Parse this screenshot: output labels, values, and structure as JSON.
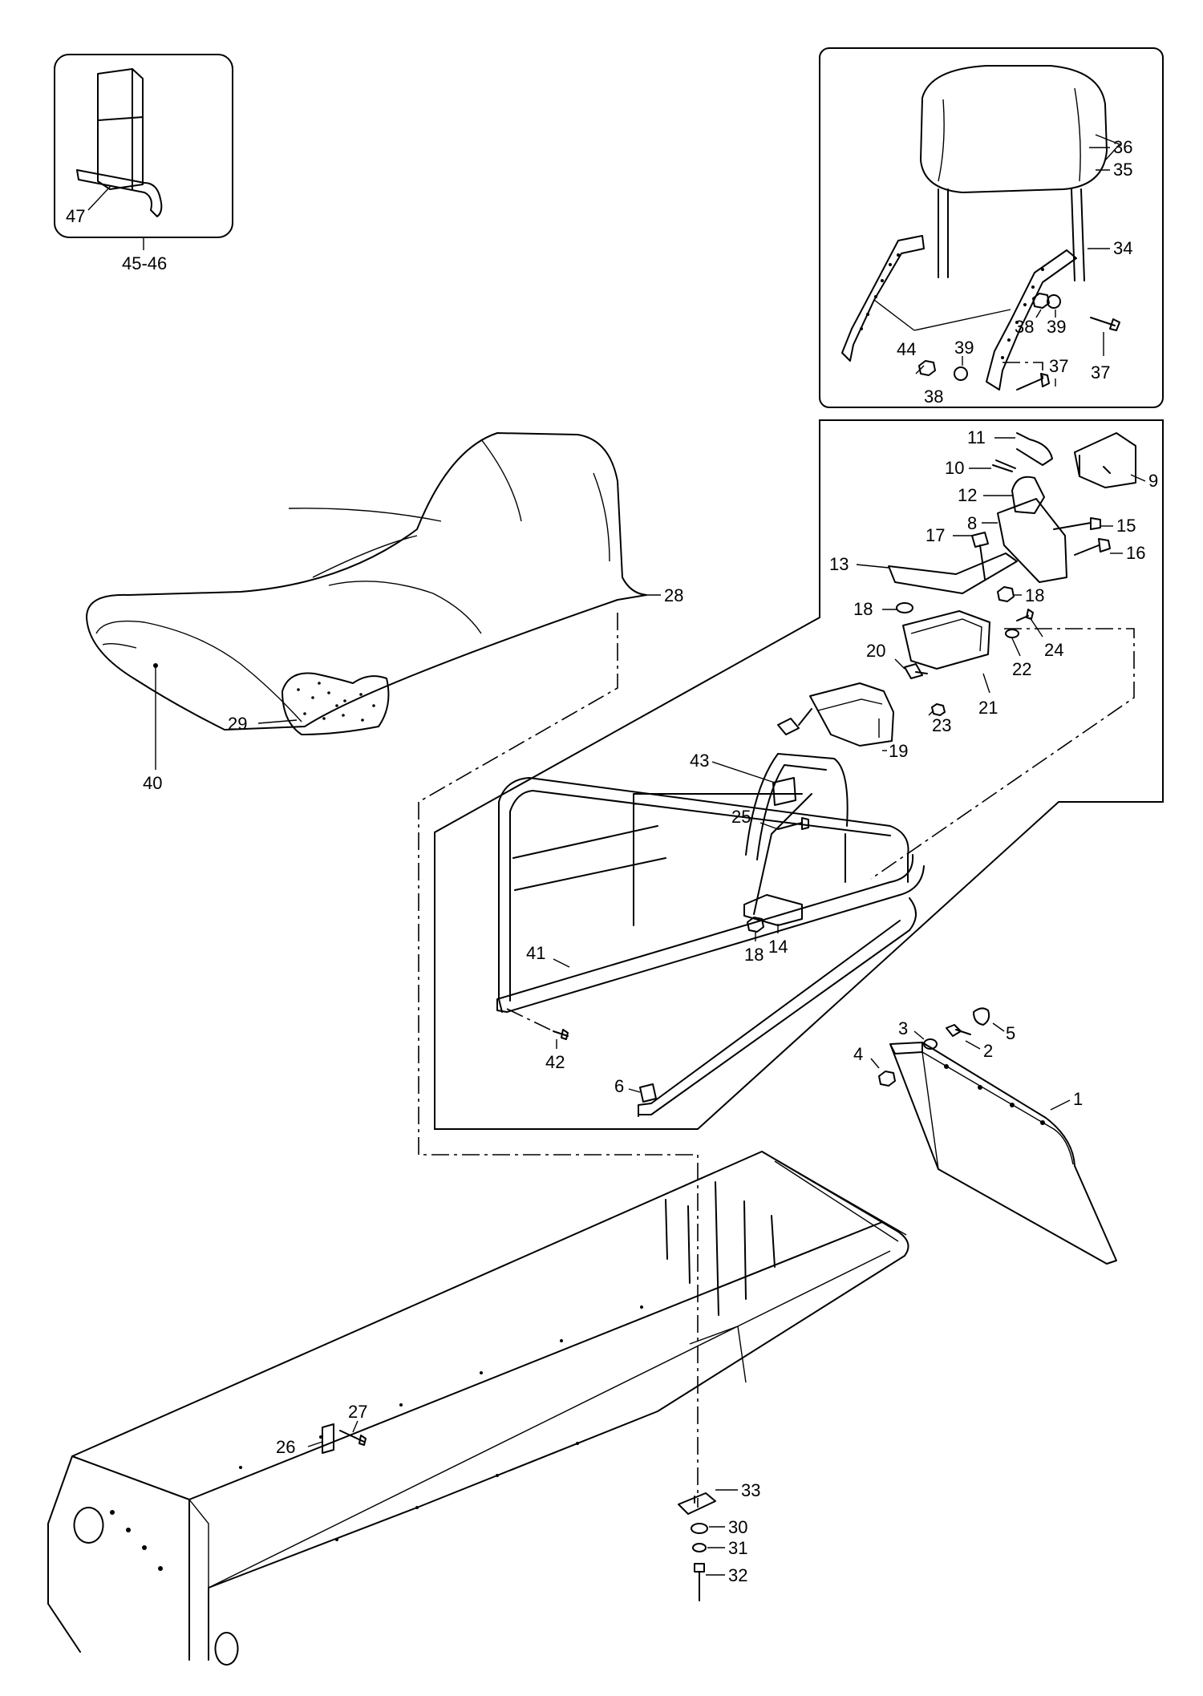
{
  "labels": {
    "1": "1",
    "2": "2",
    "3": "3",
    "4": "4",
    "5": "5",
    "6": "6",
    "8": "8",
    "9": "9",
    "10": "10",
    "11": "11",
    "12": "12",
    "13": "13",
    "14": "14",
    "15": "15",
    "16": "16",
    "17": "17",
    "18": "18",
    "19": "19",
    "20": "20",
    "21": "21",
    "22": "22",
    "23": "23",
    "24": "24",
    "25": "25",
    "26": "26",
    "27": "27",
    "28": "28",
    "29": "29",
    "30": "30",
    "31": "31",
    "32": "32",
    "33": "33",
    "34": "34",
    "35": "35",
    "36": "36",
    "37": "37",
    "38": "38",
    "39": "39",
    "40": "40",
    "41": "41",
    "42": "42",
    "43": "43",
    "44": "44",
    "47": "47",
    "45_46": "45-46"
  }
}
